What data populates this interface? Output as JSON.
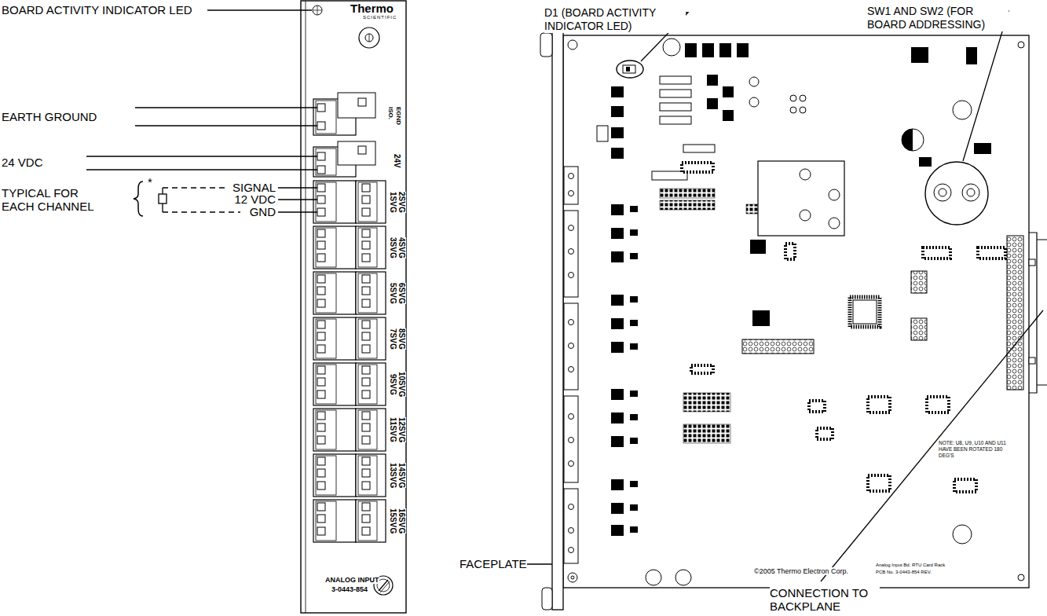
{
  "diagram": {
    "labels": [
      "BOARD ACTIVITY INDICATOR LED",
      "EARTH GROUND",
      "24 VDC",
      "TYPICAL FOR EACH CHANNEL",
      "*",
      "SIGNAL",
      "12 VDC",
      "GND",
      "Thermo",
      "SCIENTIFIC",
      "ISO.",
      "EGND",
      "24V",
      "1SVG",
      "2SVG",
      "3SVG",
      "4SVG",
      "5SVG",
      "6SVG",
      "7SVG",
      "8SVG",
      "9SVG",
      "10SVG",
      "11SVG",
      "12SVG",
      "13SVG",
      "14SVG",
      "15SVG",
      "16SVG",
      "ANALOG INPUT",
      "3-0443-854",
      "D1 (BOARD ACTIVITY INDICATOR LED)",
      "SW1 AND SW2 (FOR BOARD ADDRESSING)",
      "FACEPLATE",
      "CONNECTION TO BACKPLANE",
      "©2005 Thermo Electron Corp.",
      "Analog Input Bd. RTU Card Rack",
      "PCB No. 3-0443-854 REV.",
      "NOTE: U8, U9, U10 AND U11 HAVE BEEN ROTATED 180 DEG'S"
    ]
  }
}
